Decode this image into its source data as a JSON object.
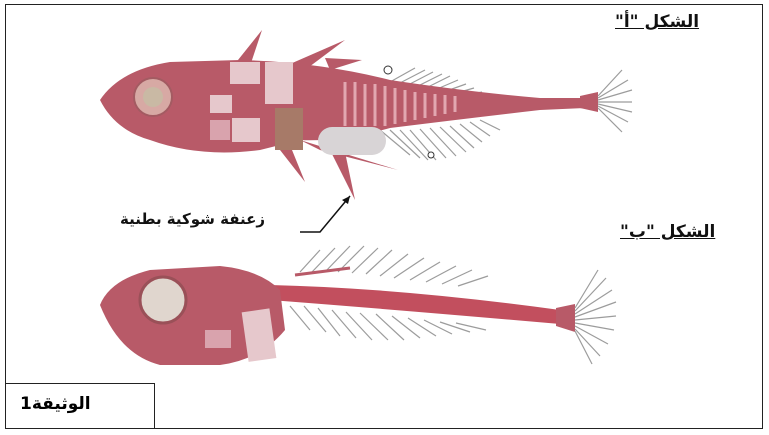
{
  "figure_a": {
    "title": "الشكل \"أ\""
  },
  "figure_b": {
    "title": "الشكل \"ب\""
  },
  "annotation": {
    "text": "زعنفة شوكية بطنية"
  },
  "document": {
    "label": "الوثيقة1"
  },
  "colors": {
    "body": "#b85a68",
    "body_dark": "#8f3f4c",
    "fin_rays": "#9c9c9c",
    "eye_outer": "#d7a9a4",
    "eye_inner": "#c9b9a4",
    "highlight": "#e6c8cc",
    "bone": "#c24f5e"
  }
}
